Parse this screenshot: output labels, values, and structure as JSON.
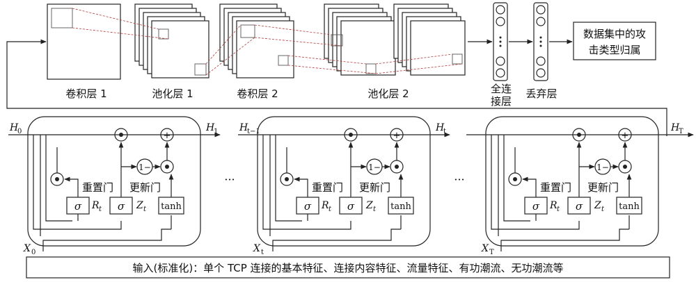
{
  "cnn": {
    "conv1_label": "卷积层 1",
    "pool1_label": "池化层 1",
    "conv2_label": "卷积层 2",
    "pool2_label": "池化层 2",
    "fc_label_line1": "全连",
    "fc_label_line2": "接层",
    "dropout_label": "丢弃层",
    "output_line1": "数据集中的攻",
    "output_line2": "击类型归属"
  },
  "gru": {
    "reset_gate": "重置门",
    "update_gate": "更新门",
    "sigma": "σ",
    "tanh": "tanh",
    "one_minus": "1−",
    "plus": "+",
    "r_label": "R",
    "z_label": "Z",
    "sub_t": "t",
    "ellipsis": "···",
    "cells": [
      {
        "h_in": "H",
        "h_in_sub": "0",
        "h_out": "H",
        "h_out_sub": "1",
        "x": "X",
        "x_sub": "0"
      },
      {
        "h_in": "H",
        "h_in_sub": "t−1",
        "h_out": "H",
        "h_out_sub": "t",
        "x": "X",
        "x_sub": "t"
      },
      {
        "h_in": "",
        "h_in_sub": "",
        "h_out": "H",
        "h_out_sub": "T",
        "x": "X",
        "x_sub": "T"
      }
    ]
  },
  "input_bar": "输入(标准化)：单个 TCP 连接的基本特征、连接内容特征、流量特征、有功潮流、无功潮流等"
}
